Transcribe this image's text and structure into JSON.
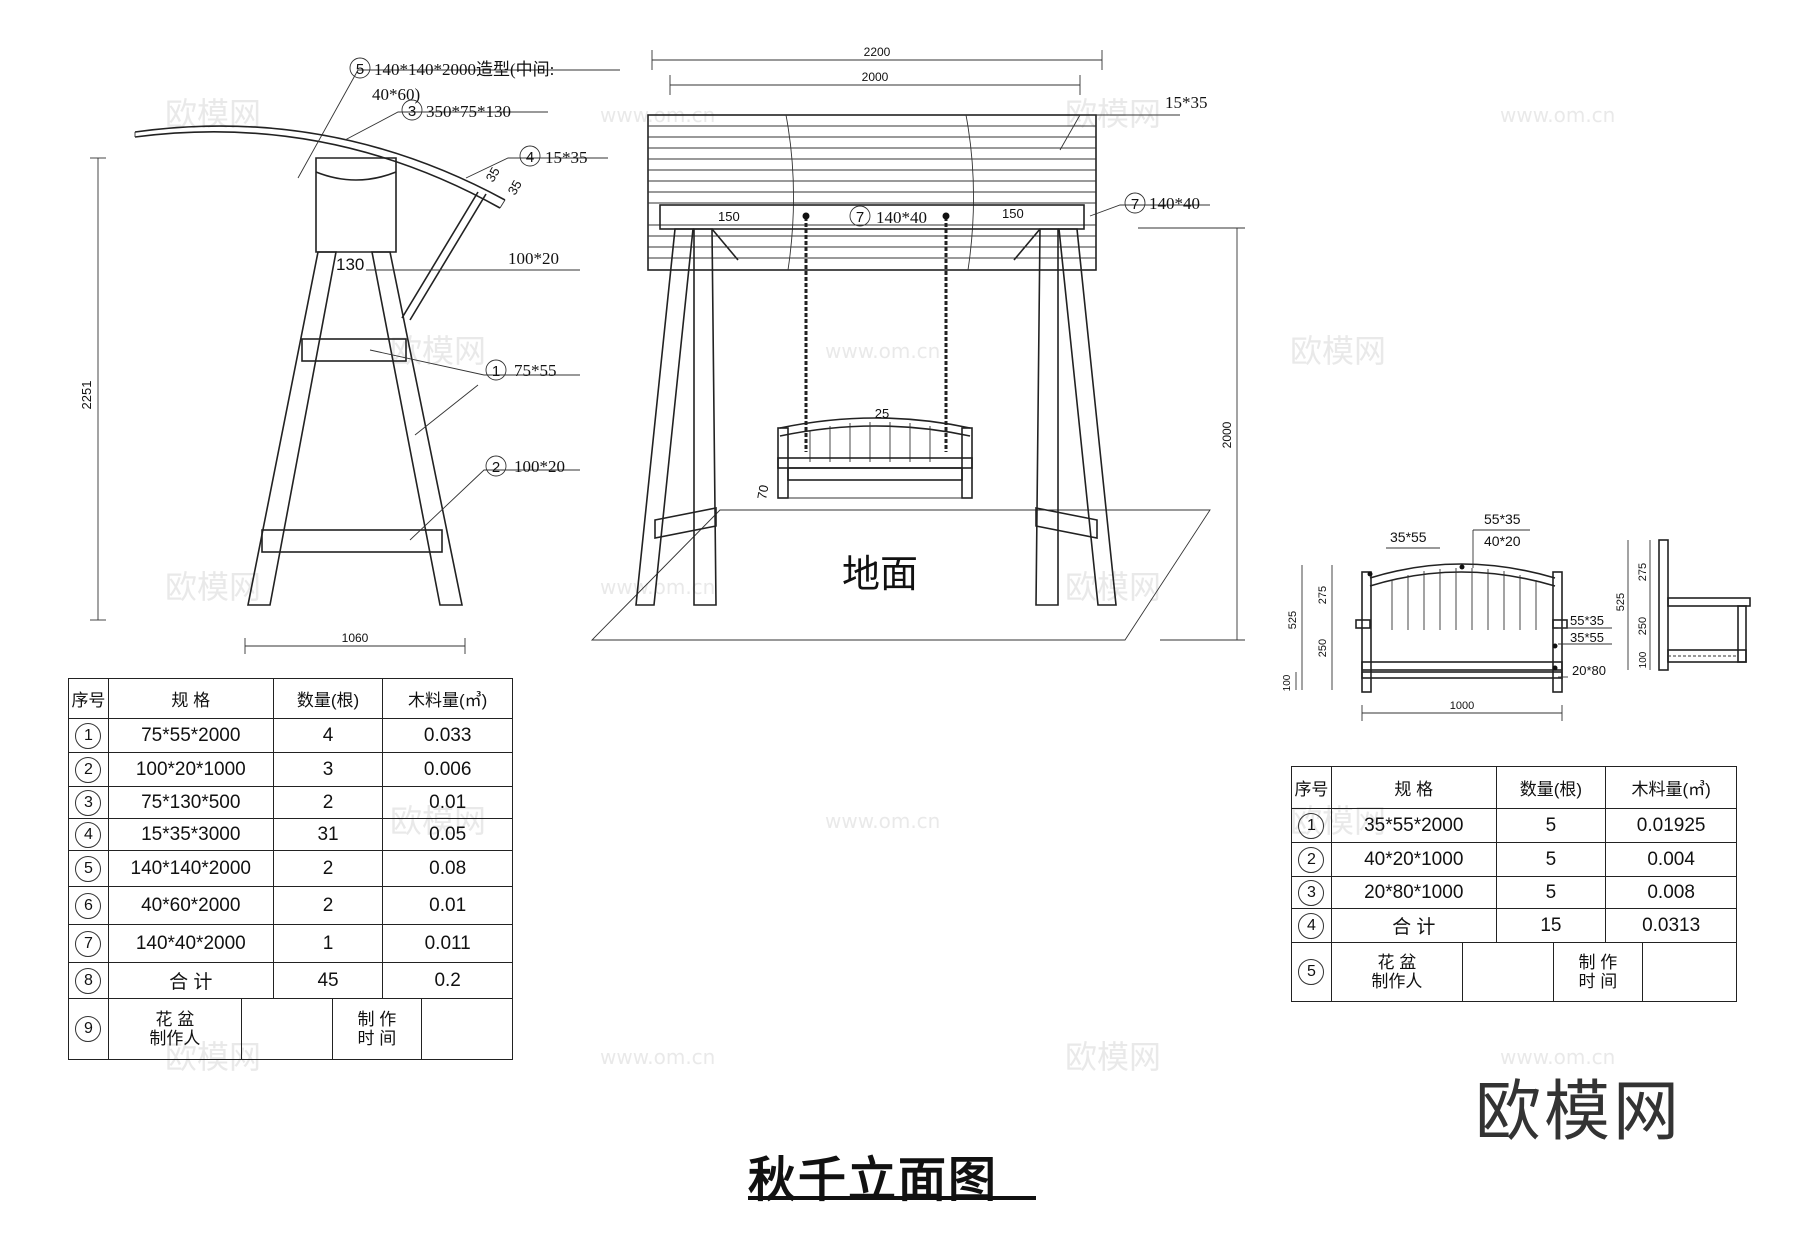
{
  "side_view": {
    "labels": {
      "item5": "140*140*2000造型(中间:",
      "item5_cont": "40*60)",
      "item3": "350*75*130",
      "item4": "15*35",
      "dim35a": "35",
      "dim35b": "35",
      "dim130": "130",
      "brace": "100*20",
      "item1": "75*55",
      "item2": "100*20",
      "height": "2251",
      "width": "1060"
    },
    "circled": {
      "c5": "5",
      "c3": "3",
      "c4": "4",
      "c1": "1",
      "c2": "2"
    }
  },
  "front_view": {
    "labels": {
      "dim_outer": "2200",
      "dim_inner": "2000",
      "slat": "15*35",
      "beam": "140*40",
      "beam_side": "140*40",
      "off_left": "150",
      "off_right": "150",
      "seat_25": "25",
      "seat_70": "70",
      "height": "2000",
      "ground": "地面"
    },
    "circled": {
      "c7a": "7",
      "c7b": "7"
    }
  },
  "bench_view": {
    "labels": {
      "a": "35*55",
      "b": "55*35",
      "c": "40*20",
      "d": "55*35",
      "e": "35*55",
      "f": "20*80",
      "h525": "525",
      "h275": "275",
      "h250": "250",
      "h100": "100",
      "w1000": "1000",
      "s275": "275",
      "s525": "525",
      "s250": "250",
      "s100": "100"
    }
  },
  "table_left": {
    "headers": [
      "序号",
      "规 格",
      "数量(根)",
      "木料量(㎥)"
    ],
    "rows": [
      [
        "1",
        "75*55*2000",
        "4",
        "0.033"
      ],
      [
        "2",
        "100*20*1000",
        "3",
        "0.006"
      ],
      [
        "3",
        "75*130*500",
        "2",
        "0.01"
      ],
      [
        "4",
        "15*35*3000",
        "31",
        "0.05"
      ],
      [
        "5",
        "140*140*2000",
        "2",
        "0.08"
      ],
      [
        "6",
        "40*60*2000",
        "2",
        "0.01"
      ],
      [
        "7",
        "140*40*2000",
        "1",
        "0.011"
      ],
      [
        "8",
        "合 计",
        "45",
        "0.2"
      ]
    ],
    "footer": {
      "no": "9",
      "name_a": "花 盆",
      "name_b": "制作人",
      "time_a": "制 作",
      "time_b": "时 间"
    }
  },
  "table_right": {
    "headers": [
      "序号",
      "规 格",
      "数量(根)",
      "木料量(㎥)"
    ],
    "rows": [
      [
        "1",
        "35*55*2000",
        "5",
        "0.01925"
      ],
      [
        "2",
        "40*20*1000",
        "5",
        "0.004"
      ],
      [
        "3",
        "20*80*1000",
        "5",
        "0.008"
      ],
      [
        "4",
        "合 计",
        "15",
        "0.0313"
      ]
    ],
    "footer": {
      "no": "5",
      "name_a": "花 盆",
      "name_b": "制作人",
      "time_a": "制 作",
      "time_b": "时 间"
    }
  },
  "title": "秋千立面图",
  "brand": "欧模网",
  "watermarks": {
    "cn": "欧模网",
    "url": "www.om.cn"
  }
}
